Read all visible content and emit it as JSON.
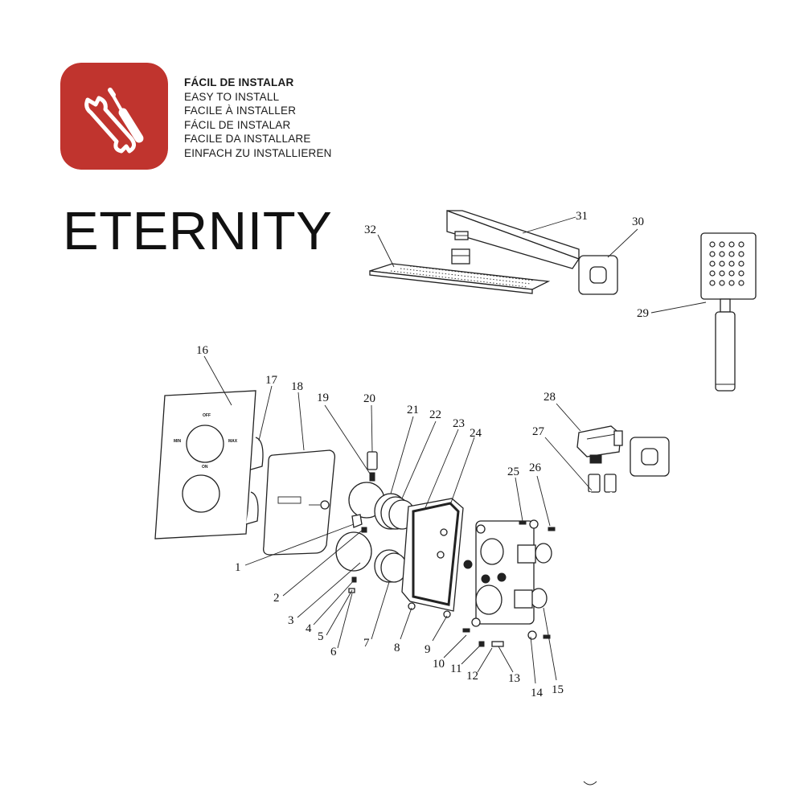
{
  "install": {
    "lines": [
      "FÁCIL DE INSTALAR",
      "EASY TO INSTALL",
      "FACILE À INSTALLER",
      "FÁCIL DE INSTALAR",
      "FACILE DA INSTALLARE",
      "EINFACH ZU INSTALLIEREN"
    ],
    "badge_color": "#c0342e",
    "icon": "wrench-screwdriver-icon"
  },
  "product": {
    "title": "ETERNITY"
  },
  "faceplate": {
    "top_label": "OFF",
    "left_label": "MIN",
    "right_label": "MAX",
    "lower_label": "ON"
  },
  "parts": [
    "1",
    "2",
    "3",
    "4",
    "5",
    "6",
    "7",
    "8",
    "9",
    "10",
    "11",
    "12",
    "13",
    "14",
    "15",
    "16",
    "17",
    "18",
    "19",
    "20",
    "21",
    "22",
    "23",
    "24",
    "25",
    "26",
    "27",
    "28",
    "29",
    "30",
    "31",
    "32"
  ]
}
